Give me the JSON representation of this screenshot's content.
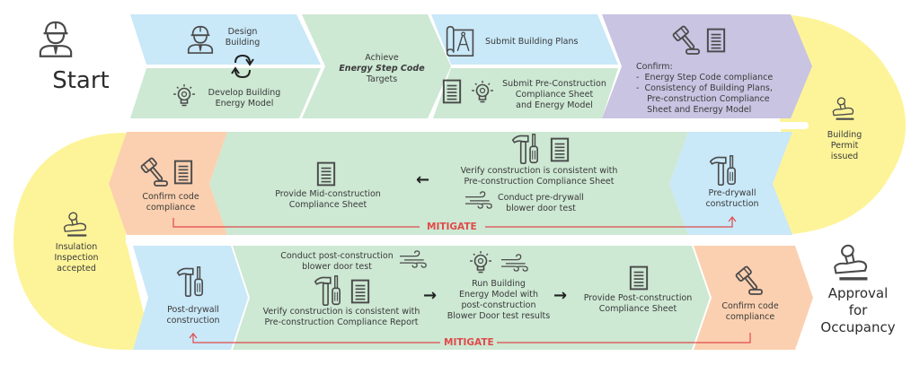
{
  "colors": {
    "blue": "#c9e8f8",
    "green": "#cde8d3",
    "purple": "#c8c4e2",
    "orange": "#fbd0b0",
    "yellow": "#fdf49a",
    "mitigate_red": "#e04a4a",
    "icon_stroke": "#4a4a4a"
  },
  "start": {
    "label": "Start",
    "icon": "worker-hardhat-icon"
  },
  "end": {
    "label_line1": "Approval",
    "label_line2": "for",
    "label_line3": "Occupancy",
    "icon": "stamp-icon"
  },
  "row1": {
    "design_building": {
      "line1": "Design",
      "line2": "Building",
      "icon": "worker-hardhat-icon"
    },
    "cycle_icon": "cycle-arrows-icon",
    "develop_model": {
      "line1": "Develop Building",
      "line2": "Energy Model",
      "icon": "lightbulb-icon"
    },
    "achieve_targets": {
      "line1": "Achieve",
      "line2": "Energy Step Code",
      "line3": "Targets"
    },
    "submit_plans": {
      "label": "Submit Building Plans",
      "icon": "blueprint-compass-icon"
    },
    "submit_precon": {
      "line1": "Submit Pre-Construction",
      "line2": "Compliance Sheet",
      "line3": "and Energy Model",
      "icons": [
        "document-icon",
        "lightbulb-icon"
      ]
    },
    "confirm": {
      "title": "Confirm:",
      "bullets": [
        "Energy Step Code compliance",
        "Consistency of Building Plans,",
        "Pre-construction Compliance",
        "Sheet and Energy Model"
      ],
      "icons": [
        "gavel-icon",
        "document-icon"
      ]
    }
  },
  "permit": {
    "line1": "Building",
    "line2": "Permit",
    "line3": "issued",
    "icon": "stamp-icon"
  },
  "row2": {
    "pre_drywall": {
      "line1": "Pre-drywall",
      "line2": "construction",
      "icons": [
        "hammer-icon",
        "screwdriver-icon"
      ]
    },
    "verify_pre": {
      "line1": "Verify construction is consistent with",
      "line2": "Pre-construction Compliance Sheet",
      "icons": [
        "hammer-icon",
        "screwdriver-icon",
        "document-icon"
      ]
    },
    "predrywall_test": {
      "line1": "Conduct pre-drywall",
      "line2": "blower door test",
      "icon": "wind-icon"
    },
    "arrow": "←",
    "mid_sheet": {
      "line1": "Provide Mid-construction",
      "line2": "Compliance Sheet",
      "icon": "document-icon"
    },
    "confirm_code": {
      "line1": "Confirm code",
      "line2": "compliance",
      "icons": [
        "gavel-icon",
        "document-icon"
      ]
    },
    "mitigate": "MITIGATE"
  },
  "insulation": {
    "line1": "Insulation",
    "line2": "Inspection",
    "line3": "accepted",
    "icon": "stamp-icon"
  },
  "row3": {
    "post_drywall": {
      "line1": "Post-drywall",
      "line2": "construction",
      "icons": [
        "hammer-icon",
        "screwdriver-icon"
      ]
    },
    "post_test": {
      "line1": "Conduct post-construction",
      "line2": "blower door test",
      "icon": "wind-icon"
    },
    "verify_post": {
      "line1": "Verify construction is consistent with",
      "line2": "Pre-construction Compliance Report",
      "icons": [
        "hammer-icon",
        "screwdriver-icon",
        "document-icon"
      ]
    },
    "arrow1": "→",
    "run_model": {
      "line1": "Run Building",
      "line2": "Energy Model with",
      "line3": "post-construction",
      "line4": "Blower Door test results",
      "icons": [
        "lightbulb-icon",
        "wind-icon"
      ]
    },
    "arrow2": "→",
    "post_sheet": {
      "line1": "Provide Post-construction",
      "line2": "Compliance Sheet",
      "icon": "document-icon"
    },
    "confirm_code": {
      "line1": "Confirm code",
      "line2": "compliance",
      "icon": "gavel-icon"
    },
    "mitigate": "MITIGATE"
  }
}
